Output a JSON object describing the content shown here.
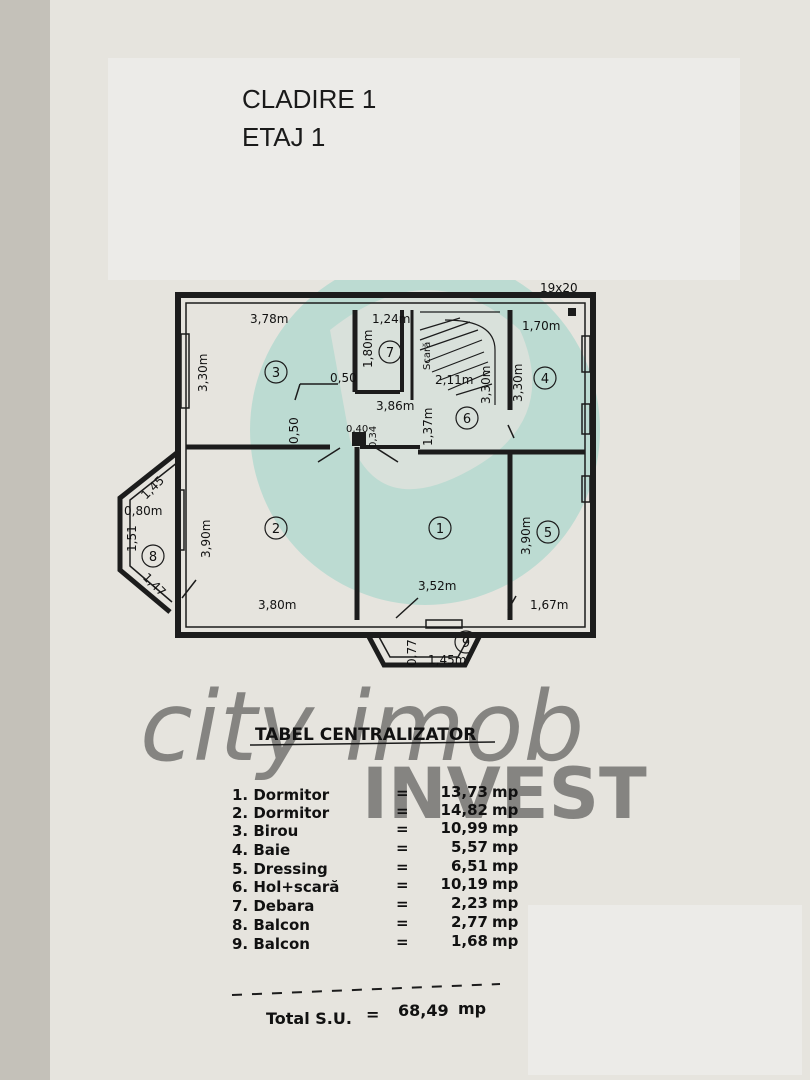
{
  "header": {
    "building": "CLADIRE 1",
    "floor": "ETAJ 1"
  },
  "plan": {
    "window_note": "19x20",
    "stair_label": "Scară",
    "dimensions": {
      "room3_top": "3,78m",
      "room3_left": "3,30m",
      "room3_door": "0,50",
      "room7_top": "1,24m",
      "room7_side": "1,80m",
      "hall_width": "3,86m",
      "stair_width": "2,11m",
      "stair_height": "3,30m",
      "hall_depth": "1,37m",
      "col_a": "0,40",
      "col_b": "0,34",
      "door_b": "0,50",
      "room4_top": "1,70m",
      "room4_side": "3,30m",
      "room2_side": "3,90m",
      "room2_bottom": "3,80m",
      "room1_bottom": "3,52m",
      "room5_side": "3,90m",
      "room5_bottom": "1,67m",
      "bay_top": "1,45",
      "bay_inner": "0,80m",
      "bay_side": "1,51",
      "bay_bottom": "1,47",
      "balcony_side": "0,77",
      "balcony_bottom": "1,45m"
    },
    "room_numbers": [
      "1",
      "2",
      "3",
      "4",
      "5",
      "6",
      "7",
      "8",
      "9"
    ]
  },
  "table": {
    "title": "TABEL CENTRALIZATOR",
    "rows": [
      {
        "label": "1. Dormitor",
        "eq": "=",
        "value": "13,73",
        "unit": "mp"
      },
      {
        "label": "2. Dormitor",
        "eq": "=",
        "value": "14,82",
        "unit": "mp"
      },
      {
        "label": "3. Birou",
        "eq": "=",
        "value": "10,99",
        "unit": "mp"
      },
      {
        "label": "4. Baie",
        "eq": "=",
        "value": "5,57",
        "unit": "mp"
      },
      {
        "label": "5. Dressing",
        "eq": "=",
        "value": "6,51",
        "unit": "mp"
      },
      {
        "label": "6. Hol+scară",
        "eq": "=",
        "value": "10,19",
        "unit": "mp"
      },
      {
        "label": "7. Debara",
        "eq": "=",
        "value": "2,23",
        "unit": "mp"
      },
      {
        "label": "8. Balcon",
        "eq": "=",
        "value": "2,77",
        "unit": "mp"
      },
      {
        "label": "9. Balcon",
        "eq": "=",
        "value": "1,68",
        "unit": "mp"
      }
    ],
    "total_label": "Total S.U.",
    "total_eq": "=",
    "total_value": "68,49",
    "total_unit": "mp"
  },
  "watermark": {
    "script": "city imob",
    "block": "INVEST"
  },
  "colors": {
    "wall": "#1c1c1c",
    "paper": "#e4e2dc",
    "watermark_teal": "#3fbfae",
    "watermark_purple": "#9a7fc4"
  }
}
